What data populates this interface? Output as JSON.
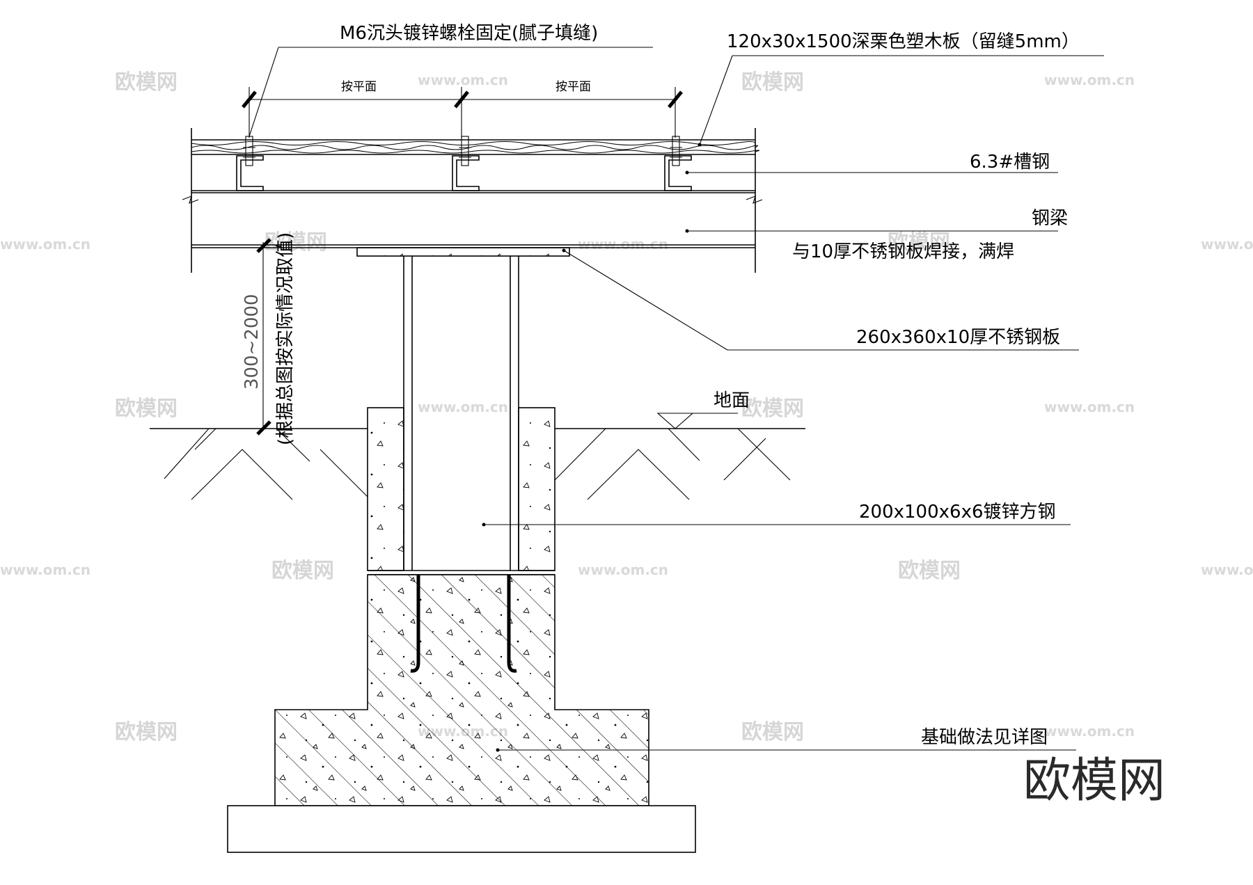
{
  "labels": {
    "bolt": "M6沉头镀锌螺栓固定(腻子填缝)",
    "board": "120x30x1500深栗色塑木板（留缝5mm）",
    "channel": "6.3#槽钢",
    "beam": "钢梁",
    "weld": "与10厚不锈钢板焊接，满焊",
    "plate": "260x360x10厚不锈钢板",
    "square_steel": "200x100x6x6镀锌方钢",
    "foundation": "基础做法见详图",
    "ground": "地面",
    "spacing_left": "按平面",
    "spacing_right": "按平面",
    "height_value": "300~2000",
    "height_note": "(根据总图按实际情况取值)"
  },
  "watermark": {
    "brand": "欧模网",
    "url": "www.om.cn"
  },
  "colors": {
    "line": "#000000",
    "watermark": "#d6d6d6",
    "background": "#ffffff"
  }
}
